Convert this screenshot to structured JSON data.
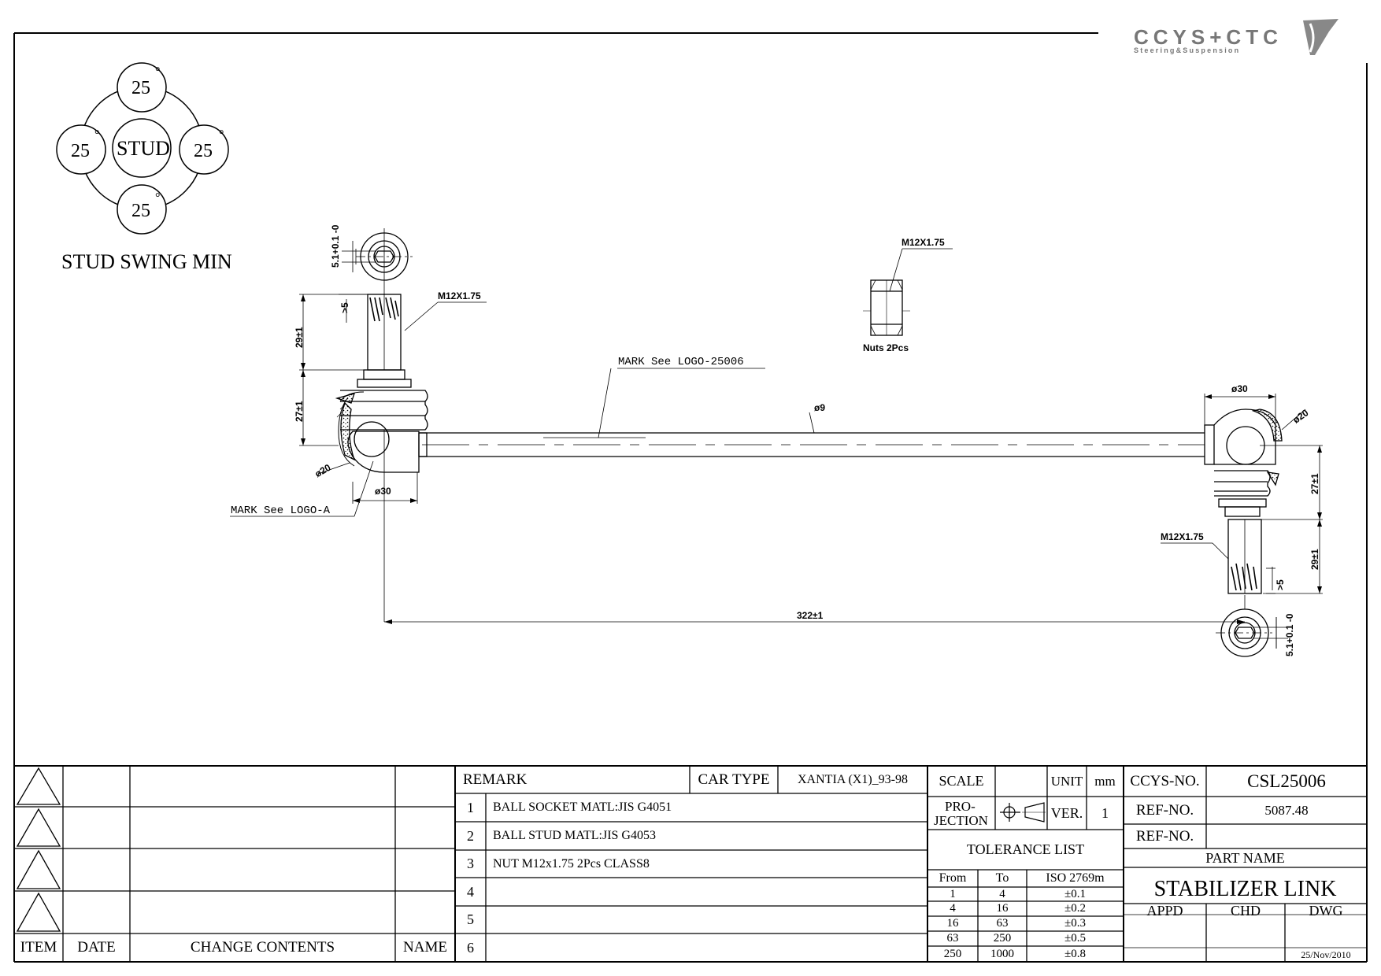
{
  "logo": {
    "brand": "CCYS+CTC",
    "tagline": "Steering&Suspension"
  },
  "stud_swing": {
    "center": "STUD",
    "angles": [
      "25",
      "25",
      "25",
      "25"
    ],
    "degree": "°",
    "caption": "STUD SWING MIN"
  },
  "dimensions": {
    "left_stud_slot": "5.1+0.1 -0",
    "left_thread": "M12X1.75",
    "left_gt5": ">5",
    "left_stud_len": "29±1",
    "left_height": "27±1",
    "left_ball_dia": "ø20",
    "left_housing_dia": "ø30",
    "mark_logo_a": "MARK See LOGO-A",
    "mark_logo_main": "MARK See LOGO-25006",
    "rod_dia": "ø9",
    "nut_thread": "M12X1.75",
    "nut_caption": "Nuts 2Pcs",
    "right_housing_dia": "ø30",
    "right_ball_dia": "ø20",
    "right_height": "27±1",
    "right_thread": "M12X1.75",
    "right_stud_len": "29±1",
    "right_gt5": ">5",
    "right_stud_slot": "5.1+0.1 -0",
    "overall_length": "322±1"
  },
  "revision_block": {
    "headers": {
      "item": "ITEM",
      "date": "DATE",
      "contents": "CHANGE CONTENTS",
      "name": "NAME"
    }
  },
  "remarks": {
    "header": "REMARK",
    "car_type_label": "CAR TYPE",
    "car_type_value": "XANTIA (X1)_93-98",
    "rows": [
      {
        "num": "1",
        "text": "BALL SOCKET MATL:JIS G4051"
      },
      {
        "num": "2",
        "text": "BALL STUD MATL:JIS G4053"
      },
      {
        "num": "3",
        "text": "NUT M12x1.75 2Pcs CLASS8"
      },
      {
        "num": "4",
        "text": ""
      },
      {
        "num": "5",
        "text": ""
      },
      {
        "num": "6",
        "text": ""
      }
    ]
  },
  "spec": {
    "scale_label": "SCALE",
    "scale_value": "",
    "unit_label": "UNIT",
    "unit_value": "mm",
    "projection_label_1": "PRO-",
    "projection_label_2": "JECTION",
    "ver_label": "VER.",
    "ver_value": "1",
    "tolerance_title": "TOLERANCE LIST",
    "tolerance_headers": {
      "from": "From",
      "to": "To",
      "iso": "ISO 2769m"
    },
    "tolerance_rows": [
      {
        "from": "1",
        "to": "4",
        "tol": "±0.1"
      },
      {
        "from": "4",
        "to": "16",
        "tol": "±0.2"
      },
      {
        "from": "16",
        "to": "63",
        "tol": "±0.3"
      },
      {
        "from": "63",
        "to": "250",
        "tol": "±0.5"
      },
      {
        "from": "250",
        "to": "1000",
        "tol": "±0.8"
      }
    ]
  },
  "title_block": {
    "ccys_no_label": "CCYS-NO.",
    "ccys_no_value": "CSL25006",
    "ref_no_label_1": "REF-NO.",
    "ref_no_value_1": "5087.48",
    "ref_no_label_2": "REF-NO.",
    "ref_no_value_2": "",
    "part_name_label": "PART NAME",
    "part_name_value": "STABILIZER LINK",
    "appd": "APPD",
    "chd": "CHD",
    "dwg": "DWG",
    "date": "25/Nov/2010"
  }
}
